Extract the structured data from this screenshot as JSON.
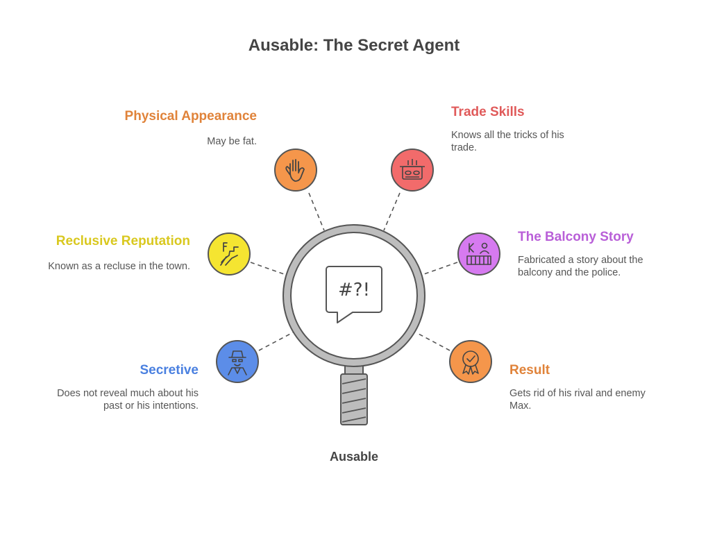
{
  "title": "Ausable: The Secret Agent",
  "center_label": "Ausable",
  "center_icon": "speech-bubble-symbols-icon",
  "center_symbols": "#?!",
  "colors": {
    "orange": "#F5964B",
    "red": "#F26B6B",
    "yellow": "#F5E531",
    "purple": "#D67AF0",
    "blue": "#5C8DE8",
    "ring": "#BDBDBD",
    "text": "#444444"
  },
  "items": [
    {
      "id": "physical",
      "title": "Physical Appearance",
      "desc": "May be fat.",
      "icon": "hand-icon",
      "color": "#F5964B",
      "title_color": "#E0833A"
    },
    {
      "id": "trade",
      "title": "Trade Skills",
      "desc": "Knows all the tricks of his trade.",
      "icon": "toolbox-icon",
      "color": "#F26B6B",
      "title_color": "#E05A5A"
    },
    {
      "id": "reclusive",
      "title": "Reclusive Reputation",
      "desc": "Known as a recluse in the town.",
      "icon": "lonely-path-icon",
      "color": "#F5E531",
      "title_color": "#D9C81F"
    },
    {
      "id": "balcony",
      "title": "The Balcony Story",
      "desc": "Fabricated a story about the balcony and the police.",
      "icon": "balcony-icon",
      "color": "#D67AF0",
      "title_color": "#B95FD8"
    },
    {
      "id": "secretive",
      "title": "Secretive",
      "desc": "Does not reveal much about his past or his intentions.",
      "icon": "spy-icon",
      "color": "#5C8DE8",
      "title_color": "#4A80E0"
    },
    {
      "id": "result",
      "title": "Result",
      "desc": "Gets rid of his rival and enemy Max.",
      "icon": "award-badge-icon",
      "color": "#F5964B",
      "title_color": "#E0833A"
    }
  ]
}
